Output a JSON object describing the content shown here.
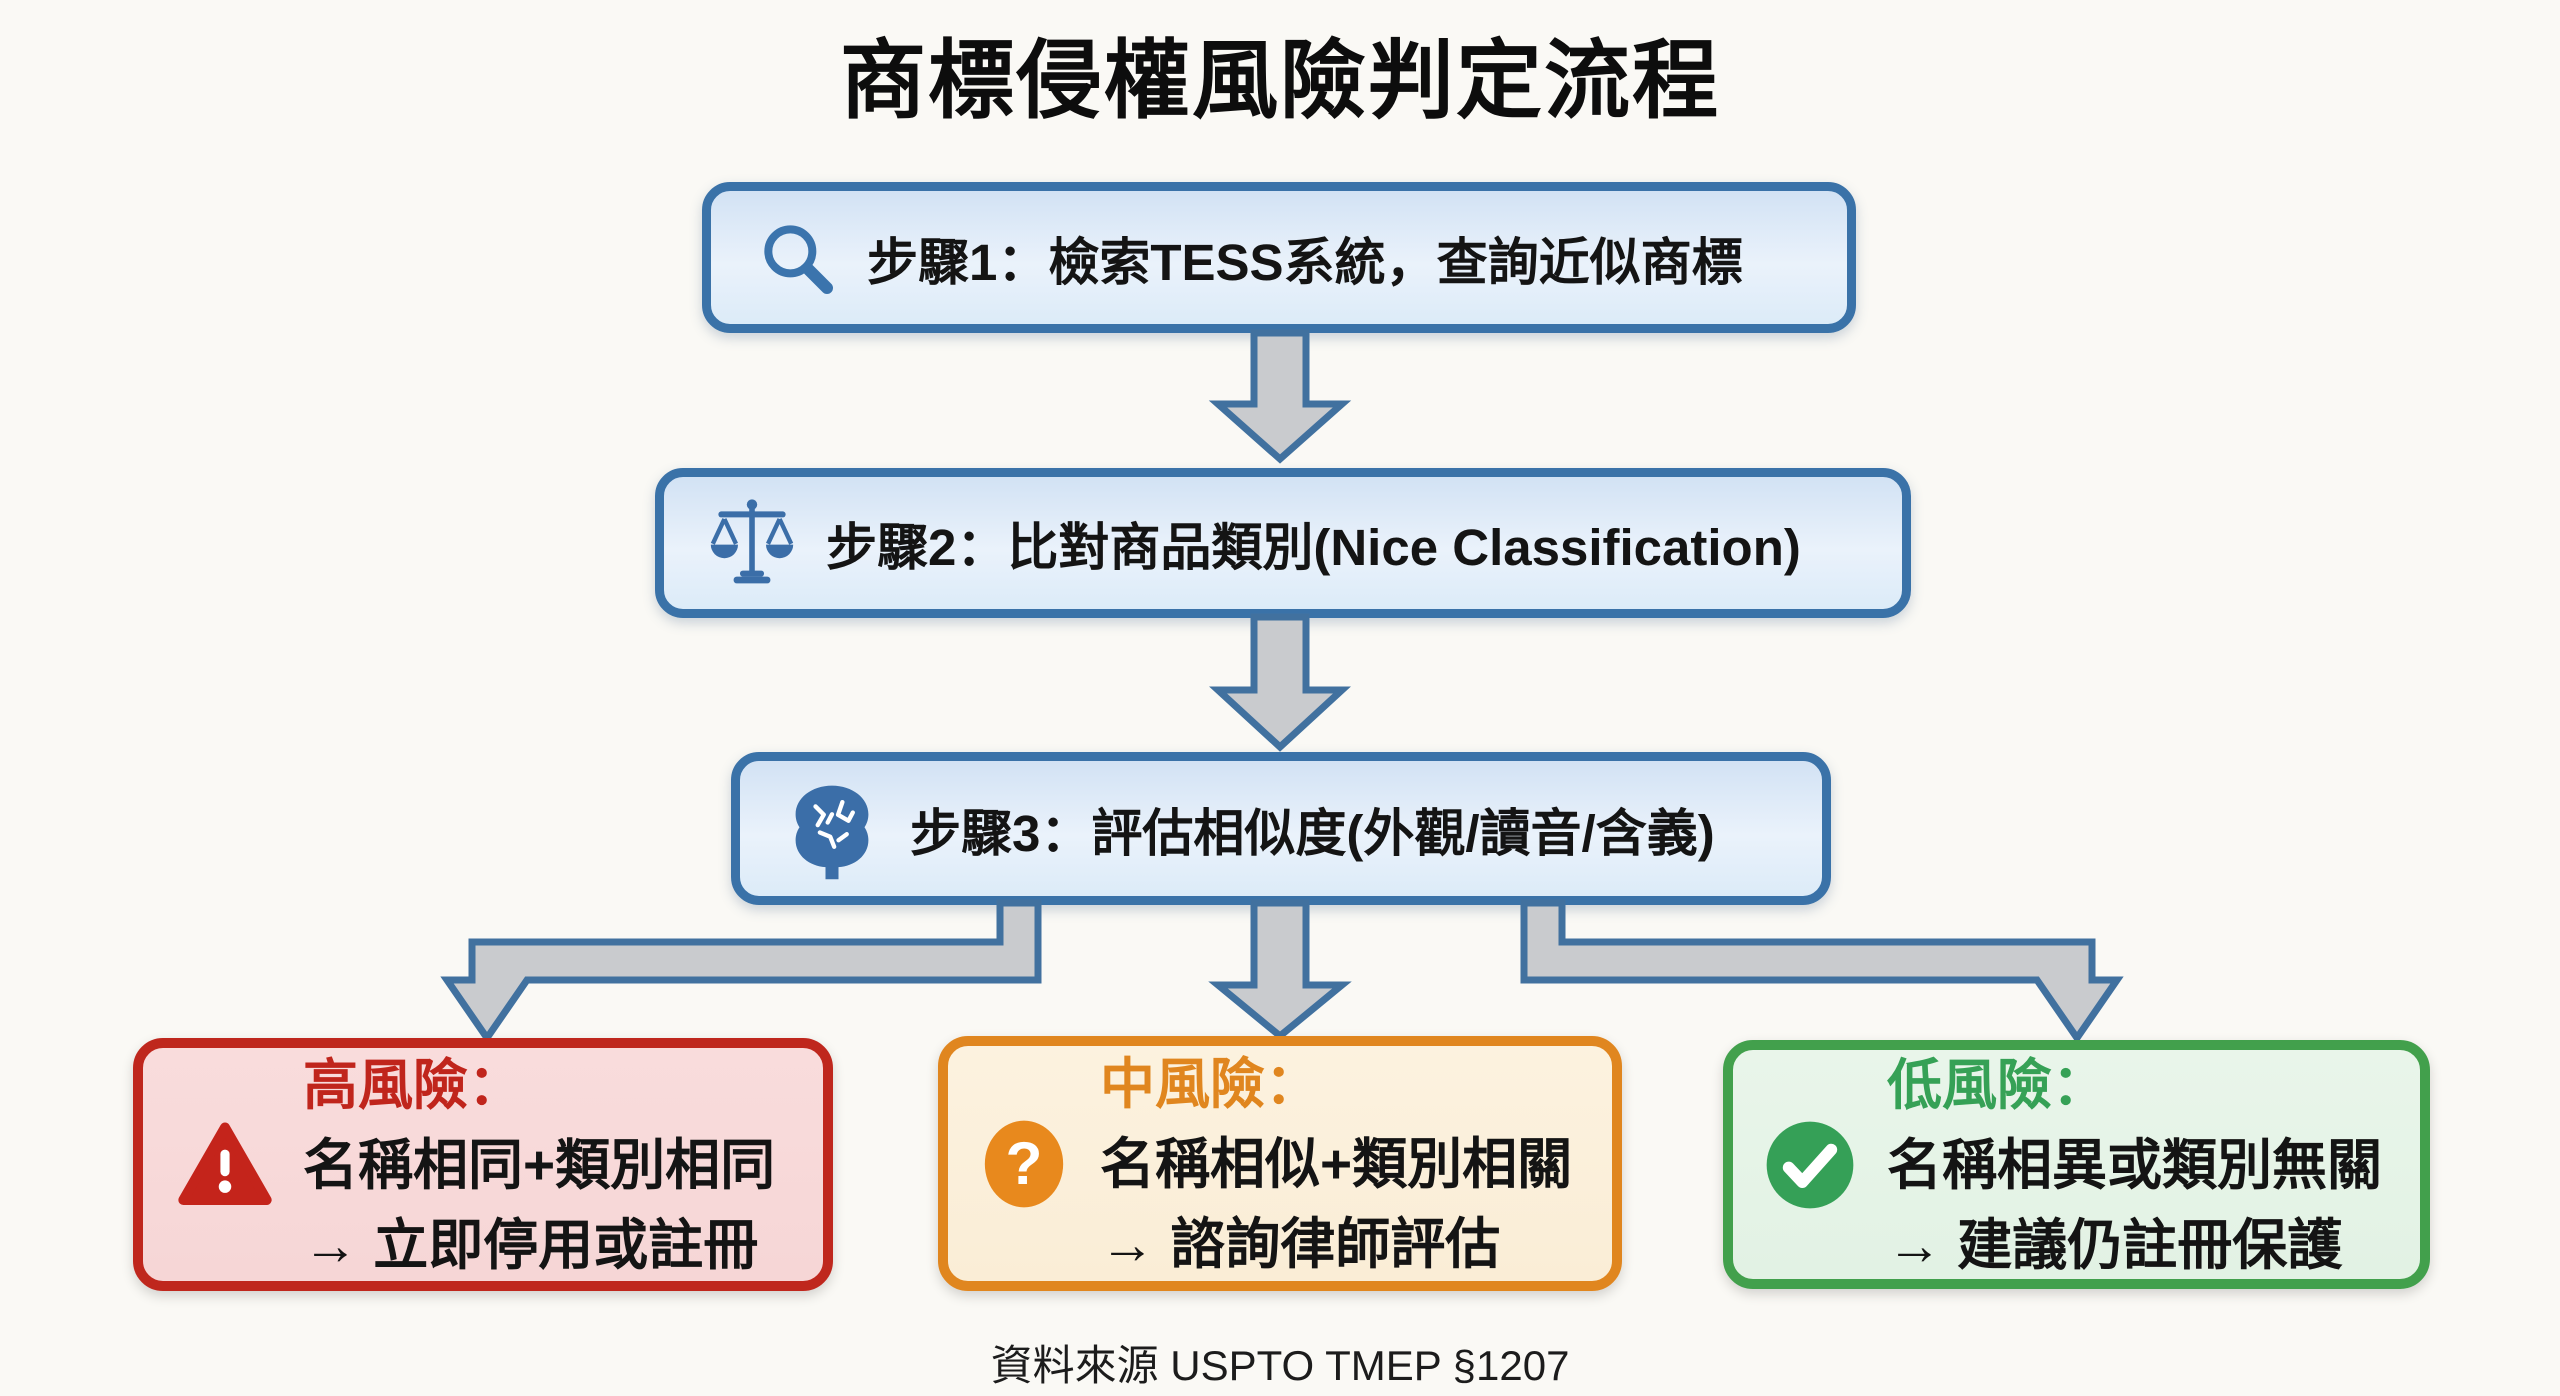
{
  "title": "商標侵權風險判定流程",
  "steps": [
    {
      "icon": "search-icon",
      "label": "步驟1：檢索TESS系統，查詢近似商標"
    },
    {
      "icon": "scales-icon",
      "label": "步驟2：比對商品類別(Nice Classification)"
    },
    {
      "icon": "brain-icon",
      "label": "步驟3：評估相似度(外觀/讀音/含義)"
    }
  ],
  "outcomes": [
    {
      "level": "high",
      "icon": "warning-triangle-icon",
      "heading": "高風險：",
      "line1": "名稱相同+類別相同",
      "line2": "→ 立即停用或註冊",
      "accent": "#c0251c",
      "fill": "#f9dcdc"
    },
    {
      "level": "medium",
      "icon": "question-mark-icon",
      "heading": "中風險：",
      "line1": "名稱相似+類別相關",
      "line2": "→ 諮詢律師評估",
      "accent": "#e0861f",
      "fill": "#fcf2df"
    },
    {
      "level": "low",
      "icon": "checkmark-icon",
      "heading": "低風險：",
      "line1": "名稱相異或類別無關",
      "line2": "→ 建議仍註冊保護",
      "accent": "#36a156",
      "fill": "#e9f5ea"
    }
  ],
  "source": "資料來源 USPTO TMEP §1207",
  "colors": {
    "background": "#faf9f5",
    "step_box_fill": "#dde9f7",
    "step_box_border": "#3a72a8",
    "arrow_fill": "#c9cbce",
    "arrow_border": "#41719f",
    "icon_blue": "#3b6ea8",
    "high_risk": "#c0251c",
    "medium_risk": "#e0861f",
    "low_risk": "#36a156"
  }
}
